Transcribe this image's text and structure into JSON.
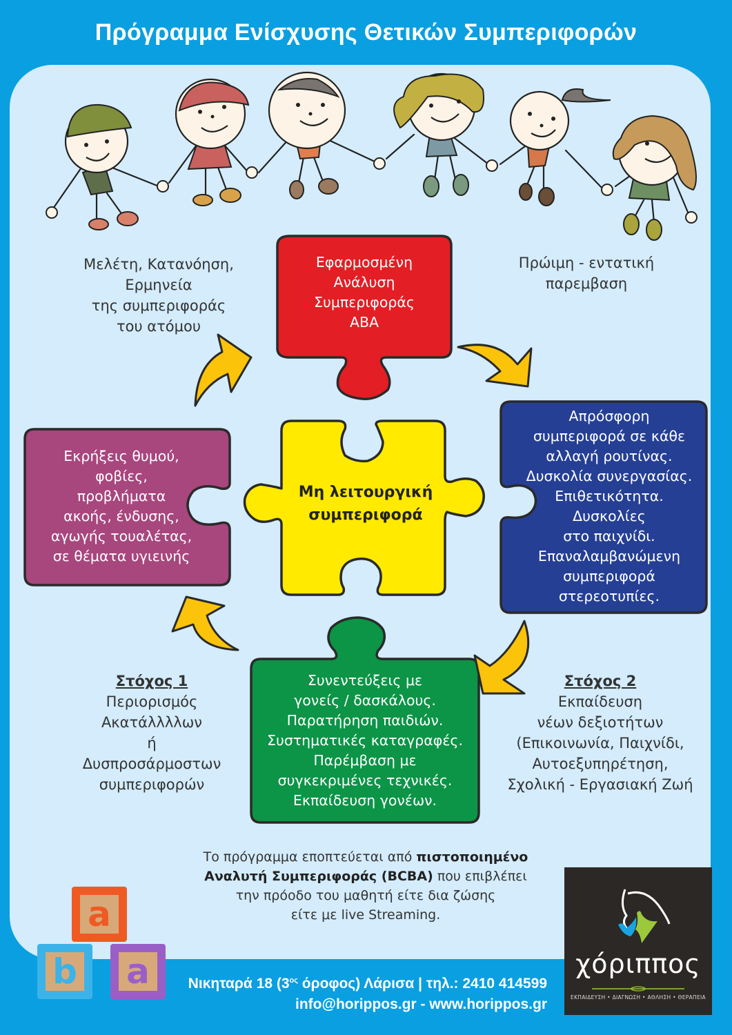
{
  "header": {
    "title": "Πρόγραμμα Ενίσχυσης Θετικών Συμπεριφορών"
  },
  "colors": {
    "background_blue": "#0a9fe0",
    "panel": "#d4ecfb",
    "red_piece": "#e31e25",
    "purple_piece": "#a8467e",
    "yellow_piece": "#ffea00",
    "blue_piece": "#253f95",
    "green_piece": "#0c9447",
    "arrow": "#fcc30b",
    "logo_bg": "#2b2826"
  },
  "labels": {
    "top_left": [
      "Μελέτη, Κατανόηση,",
      "Ερμηνεία",
      "της συμπεριφοράς",
      "του ατόμου"
    ],
    "top_right": [
      "Πρώιμη - εντατική",
      "παρεμβαση"
    ]
  },
  "pieces": {
    "red": [
      "Εφαρμοσμένη",
      "Ανάλυση",
      "Συμπεριφοράς",
      "ABA"
    ],
    "purple": [
      "Εκρήξεις θυμού,",
      "φοβίες,",
      "προβλήματα",
      "ακοής, ένδυσης,",
      "αγωγής τουαλέτας,",
      "σε θέματα υγιεινής"
    ],
    "center": [
      "Μη λειτουργική",
      "συμπεριφορά"
    ],
    "blue": [
      "Απρόσφορη",
      "συμπεριφορά σε κάθε",
      "αλλαγή ρουτίνας.",
      "Δυσκολία συνεργασίας.",
      "Επιθετικότητα.",
      "Δυσκολίες",
      "στο παιχνίδι.",
      "Επαναλαμβανώμενη",
      "συμπεριφορά",
      "στερεοτυπίες."
    ],
    "green": [
      "Συνεντεύξεις με",
      "γονείς / δασκάλους.",
      "Παρατήρηση παιδιών.",
      "Συστηματικές καταγραφές.",
      "Παρέμβαση με",
      "συγκεκριμένες τεχνικές.",
      "Εκπαίδευση γονέων."
    ]
  },
  "goals": {
    "goal1": {
      "title": "Στόχος 1",
      "lines": [
        "Περιορισμός",
        "Ακατάλλλλων",
        "ή",
        "Δυσπροσάρμοστων",
        "συμπεριφορών"
      ]
    },
    "goal2": {
      "title": "Στόχος 2",
      "lines": [
        "Εκπαίδευση",
        "νέων δεξιοτήτων",
        "(Επικοινωνία, Παιχνίδι,",
        "Αυτοεξυπηρέτηση,",
        "Σχολική - Εργασιακή Ζωή"
      ]
    }
  },
  "note": {
    "part1": "Το πρόγραμμα εποπτεύεται από ",
    "bold1": "πιστοποιημένο",
    "bold2": "Αναλυτή Συμπεριφοράς (BCBA)",
    "part2": " που επιβλέπει",
    "line3": "την πρόοδο του μαθητή είτε δια ζώσης",
    "line4": "είτε με live Streaming."
  },
  "contact": {
    "address_pre": "Νικηταρά 18 (3",
    "address_sup": "ος",
    "address_post": " όροφος) Λάρισα | τηλ.: 2410 414599",
    "email_web": "info@horippos.gr - www.horippos.gr"
  },
  "logo": {
    "icon": "horse-head-with-figures-icon",
    "name": "χόριππος",
    "tagline": "ΕΚΠΑΙΔΕΥΣΗ • ΔΙΑΓΝΩΣΗ • ΑΘΛΗΣΗ • ΘΕΡΑΠΕΙΑ"
  },
  "blocks": [
    {
      "letter": "a",
      "color": "#ef5a24"
    },
    {
      "letter": "b",
      "color": "#3cb3e8"
    },
    {
      "letter": "a",
      "color": "#9a5fc6"
    }
  ],
  "illustration": {
    "icon": "children-holding-hands-icon",
    "count": 6
  }
}
